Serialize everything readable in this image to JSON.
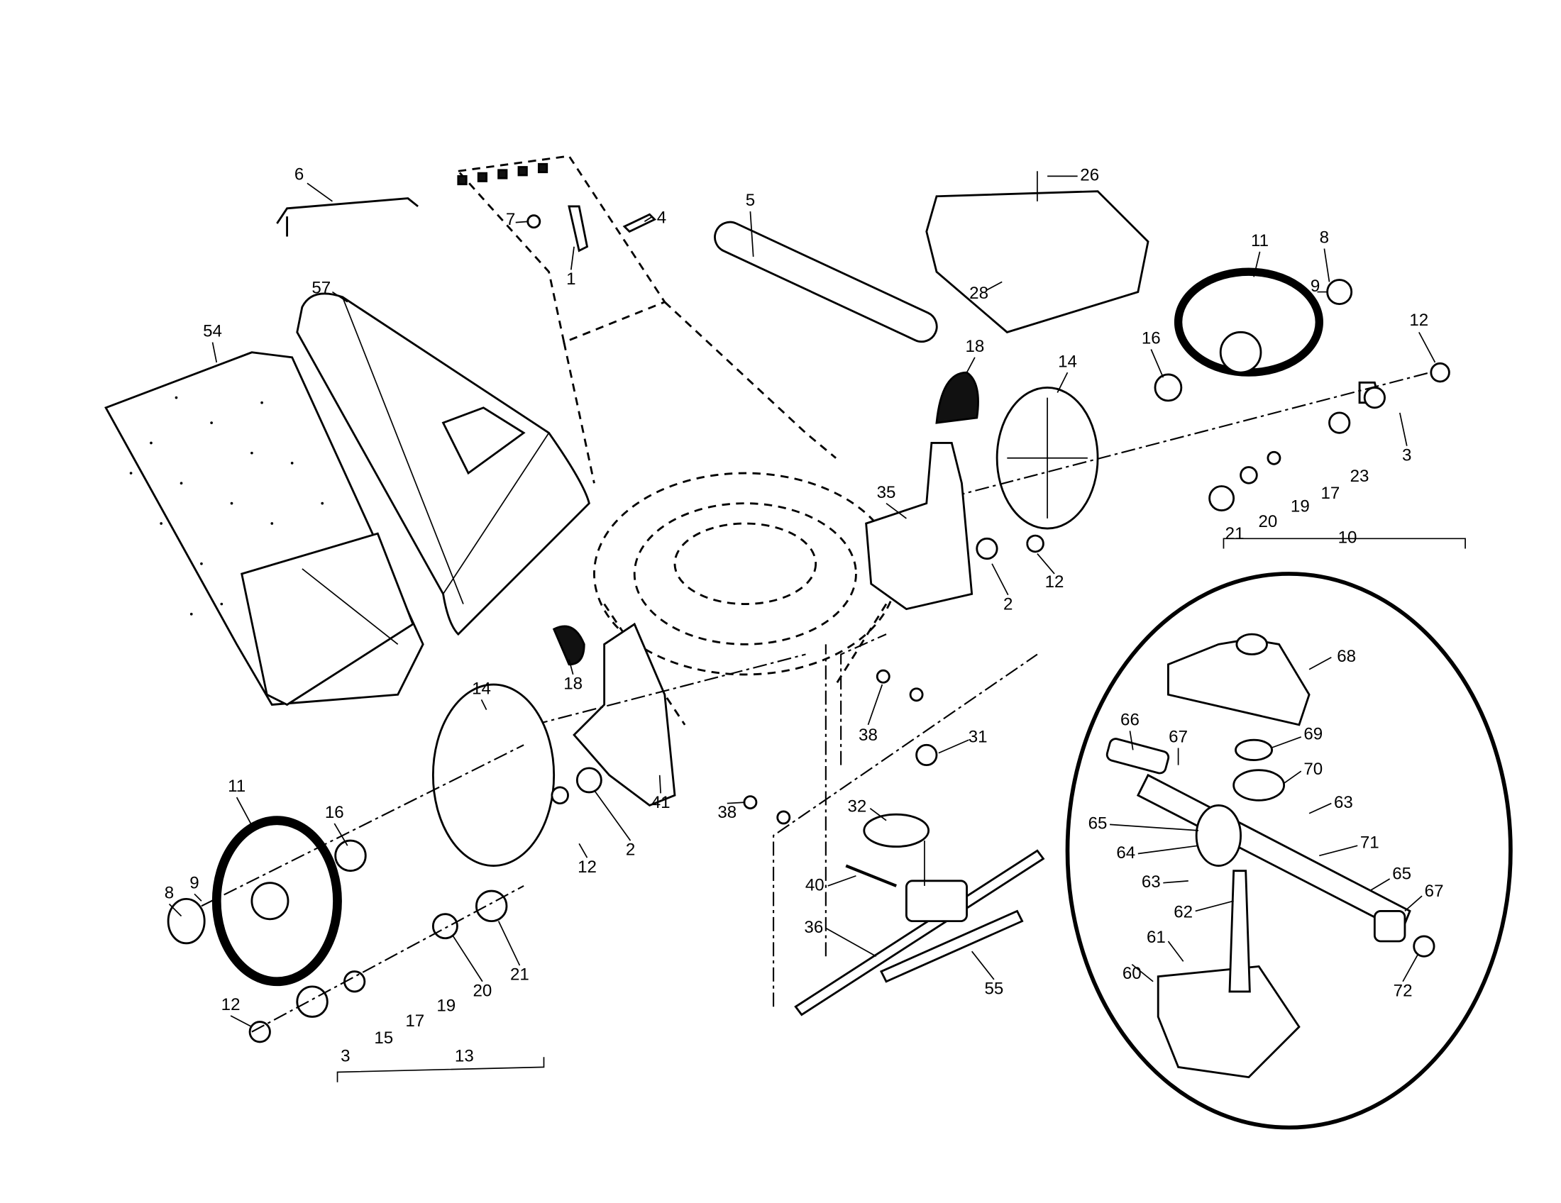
{
  "diagram": {
    "title": "Mower drive system exploded parts view",
    "callouts": {
      "p6": "6",
      "p7": "7",
      "p4": "4",
      "p1": "1",
      "p5": "5",
      "p26": "26",
      "p11a": "11",
      "p8a": "8",
      "p9a": "9",
      "p57": "57",
      "p28": "28",
      "p54": "54",
      "p18a": "18",
      "p12a": "12",
      "p16a": "16",
      "p14a": "14",
      "p3a": "3",
      "p23": "23",
      "p17a": "17",
      "p19a": "19",
      "p20a": "20",
      "p21a": "21",
      "p10": "10",
      "p35": "35",
      "p12b": "12",
      "p2a": "2",
      "p18b": "18",
      "p14b": "14",
      "p38a": "38",
      "p31": "31",
      "p68": "68",
      "p66": "66",
      "p67a": "67",
      "p69": "69",
      "p70": "70",
      "p63a": "63",
      "p41": "41",
      "p38b": "38",
      "p11b": "11",
      "p16b": "16",
      "p65a": "65",
      "p71": "71",
      "p64": "64",
      "p32": "32",
      "p12c": "12",
      "p2b": "2",
      "p40": "40",
      "p63b": "63",
      "p65b": "65",
      "p62": "62",
      "p67b": "67",
      "p8b": "8",
      "p9b": "9",
      "p36": "36",
      "p61": "61",
      "p60": "60",
      "p72": "72",
      "p55": "55",
      "p12d": "12",
      "p20b": "20",
      "p21b": "21",
      "p19b": "19",
      "p17b": "17",
      "p3b": "3",
      "p15": "15",
      "p13": "13"
    }
  }
}
